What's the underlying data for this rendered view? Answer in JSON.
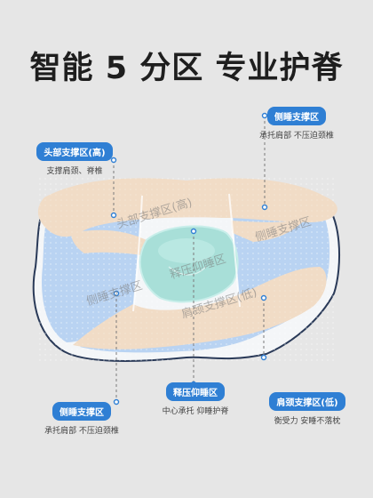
{
  "headline": "智能 5 分区 专业护脊",
  "zone_labels": {
    "head": "头部支撑区(高)",
    "left_side": "侧睡支撑区",
    "right_side": "侧睡支撑区",
    "center": "释压仰睡区",
    "neck": "肩颈支撑区(低)"
  },
  "callouts": {
    "top_left": {
      "title": "头部支撑区(高)",
      "desc": "支撑肩颈、脊椎"
    },
    "top_right": {
      "title": "侧睡支撑区",
      "desc": "承托肩部 不压迫颈椎"
    },
    "bottom_left": {
      "title": "侧睡支撑区",
      "desc": "承托肩部 不压迫颈椎"
    },
    "bottom_center": {
      "title": "释压仰睡区",
      "desc": "中心承托 仰睡护脊"
    },
    "bottom_right": {
      "title": "肩颈支撑区(低)",
      "desc": "衡受力 安睡不落枕"
    }
  },
  "colors": {
    "background": "#e6e6e6",
    "tag": "#2f7fd4",
    "head_zone": "#f1dcc6",
    "side_zones": "#b9d3f2",
    "center_zone": "#a8dfd8",
    "pillow_edge": "#f4f6f8"
  }
}
